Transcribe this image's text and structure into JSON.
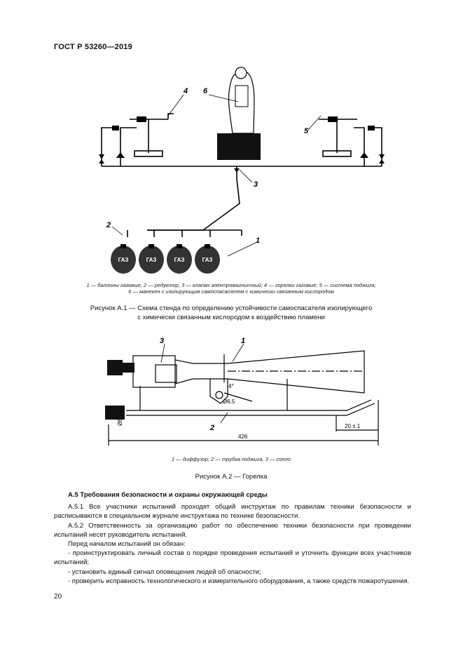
{
  "header": {
    "standard_code": "ГОСТ Р 53260—2019"
  },
  "figure1": {
    "labels": {
      "n1": "1",
      "n2": "2",
      "n3": "3",
      "n4": "4",
      "n5": "5",
      "n6": "6"
    },
    "cylinder_text": "ГАЗ",
    "legend_line1": "1 — баллоны газовые, 2 — редуктор, 3 — клапан электромагнитный; 4 — горелки газовые; 5 — система поджига;",
    "legend_line2": "6 — манекен с изолирующим самоспасателем с химически связанным кислородом",
    "title_line1": "Рисунок А.1 — Схема стенда по определению устойчивости самоспасателя изолирующего",
    "title_line2": "с химически связанным кислородом к воздействию пламени"
  },
  "figure2": {
    "labels": {
      "n1": "1",
      "n2": "2",
      "n3": "3"
    },
    "dims": {
      "angle": "4°",
      "diameter": "Ø6,5",
      "tube": "Ø6",
      "offset": "20 ± 1",
      "length": "426"
    },
    "legend": "1 — диффузор; 2 — трубка поджига, 3 — сопло",
    "title": "Рисунок А.2 — Горелка"
  },
  "section": {
    "heading": "А.5 Требования безопасности и охраны окружающей среды",
    "p1": "А.5.1 Все участники испытаний проходят общий инструктаж по правилам техники безопасности и расписываются в специальном журнале инструктажа по технике безопасности.",
    "p2": "А.5.2 Ответственность за организацию работ по обеспечению техники безопасности при проведении испытаний несет руководитель испытаний.",
    "p3": "Перед началом испытаний он обязан:",
    "p4": "- проинструктировать личный состав о порядке проведения испытаний и уточнить функции всех участников испытаний;",
    "p5": "- установить единый сигнал оповещения людей об опасности;",
    "p6": "- проверить исправность технологического и измерительного оборудования, а также средств пожаротушения."
  },
  "page_number": "20"
}
